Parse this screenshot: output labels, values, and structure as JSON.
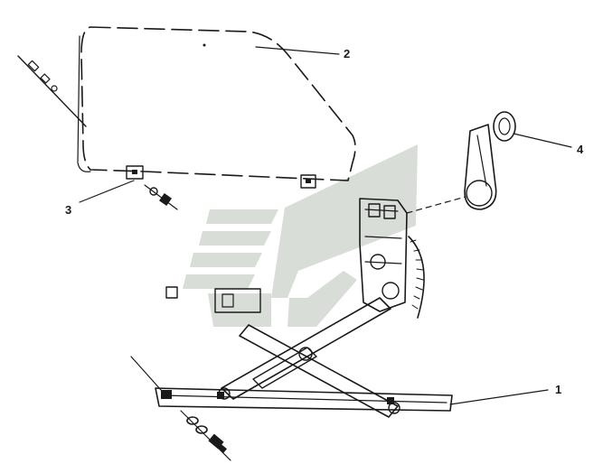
{
  "callouts": [
    {
      "id": "part-1",
      "label": "1"
    },
    {
      "id": "part-2",
      "label": "2"
    },
    {
      "id": "part-3",
      "label": "3"
    },
    {
      "id": "part-4",
      "label": "4"
    }
  ],
  "colors": {
    "ink": "#1a1a1a",
    "watermark": "#d8ddd8",
    "background": "#ffffff"
  }
}
